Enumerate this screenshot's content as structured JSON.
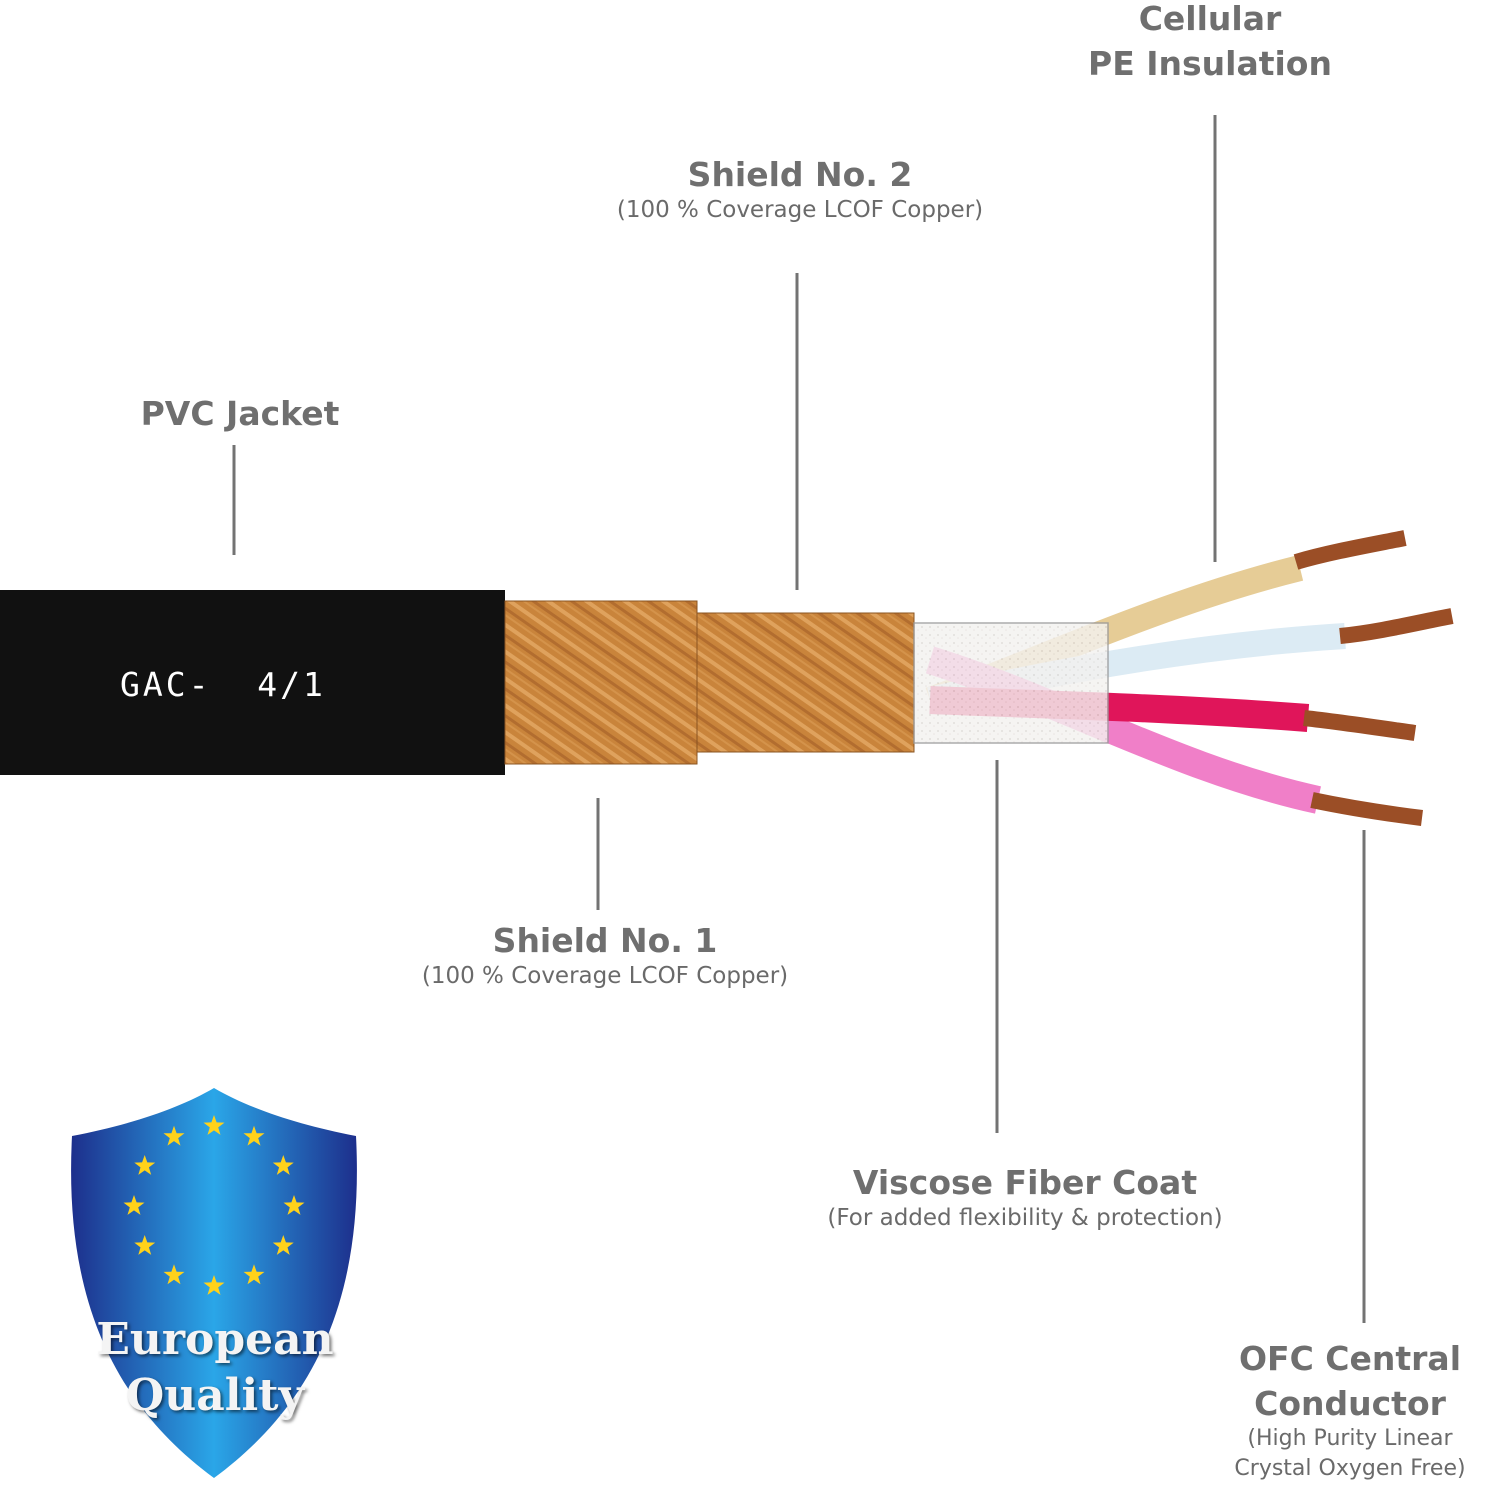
{
  "cable": {
    "marking": "GAC-  4/1",
    "colors": {
      "jacket": "#111111",
      "copper": "#c9843b",
      "fiber": "#f3f1ef",
      "wire_beige": "#e6cc96",
      "wire_lightblue": "#dcebf4",
      "wire_red": "#e0155a",
      "wire_pink": "#f07fc8",
      "conductor": "#9b4e26",
      "leader": "#737373"
    }
  },
  "labels": {
    "pvc_jacket": {
      "title": "PVC Jacket"
    },
    "shield2": {
      "title": "Shield No. 2",
      "subtitle": "(100 % Coverage LCOF Copper)"
    },
    "cellular_pe": {
      "title_line1": "Cellular",
      "title_line2": "PE Insulation"
    },
    "shield1": {
      "title": "Shield No. 1",
      "subtitle": "(100 % Coverage LCOF Copper)"
    },
    "viscose": {
      "title": "Viscose Fiber Coat",
      "subtitle": "(For added flexibility & protection)"
    },
    "ofc": {
      "title_line1": "OFC Central",
      "title_line2": "Conductor",
      "subtitle_line1": "(High Purity Linear",
      "subtitle_line2": "Crystal Oxygen Free)"
    }
  },
  "badge": {
    "line1": "European",
    "line2": "Quality",
    "colors": {
      "shield_dark": "#1d2f8c",
      "shield_light": "#2aa6e8",
      "star": "#ffd21a"
    }
  }
}
